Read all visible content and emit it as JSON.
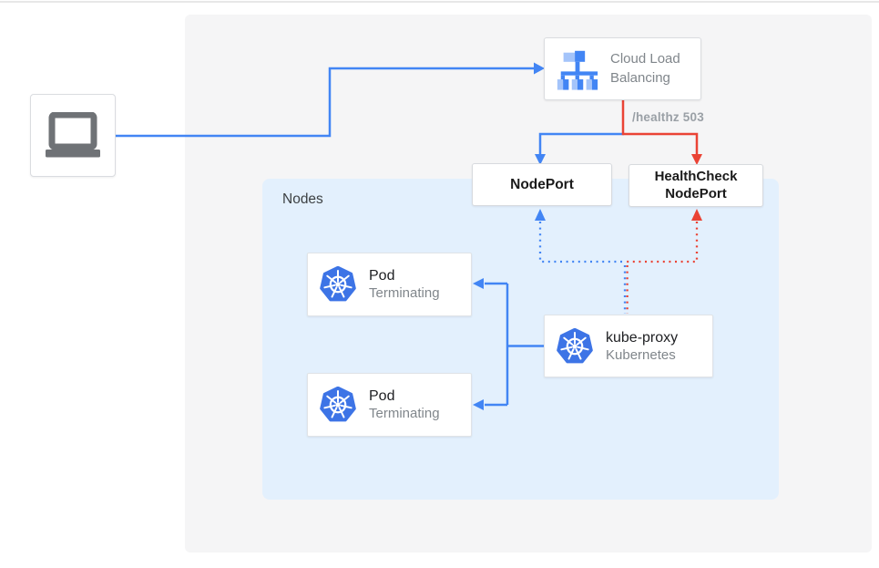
{
  "colors": {
    "blue": "#4285f4",
    "red": "#ea4335",
    "panel_bg": "#f5f5f6",
    "nodes_bg": "#e3f0fd",
    "card_border": "#dadce0",
    "gray_text": "#80868b",
    "dark_text": "#3c4043",
    "black_text": "#202124",
    "laptop_gray": "#6f7276",
    "k8s_blue": "#3d74e6",
    "lb_blue": "#4285f4",
    "lb_light_blue": "#a4c4fa"
  },
  "icons": {
    "client": "laptop-icon",
    "load_balancer": "load-balancer-icon",
    "pod": "kubernetes-icon",
    "kube_proxy": "kubernetes-icon"
  },
  "load_balancer": {
    "label": "Cloud Load Balancing"
  },
  "edges": {
    "healthz_label": "/healthz 503"
  },
  "nodeport": {
    "label": "NodePort"
  },
  "healthcheck_nodeport": {
    "label": "HealthCheck NodePort"
  },
  "nodes_group": {
    "label": "Nodes"
  },
  "pods": [
    {
      "title": "Pod",
      "subtitle": "Terminating"
    },
    {
      "title": "Pod",
      "subtitle": "Terminating"
    }
  ],
  "kube_proxy": {
    "title": "kube-proxy",
    "subtitle": "Kubernetes"
  }
}
